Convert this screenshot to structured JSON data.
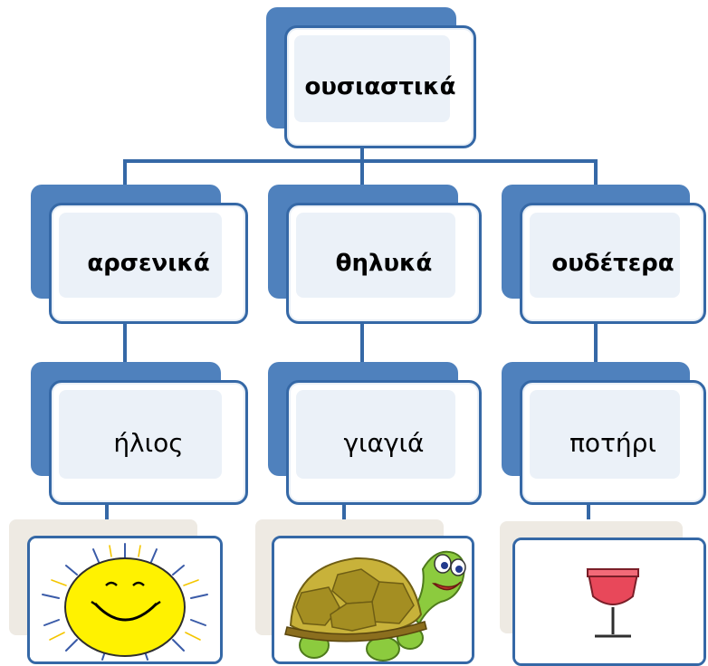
{
  "root": {
    "label": "ουσιαστικά"
  },
  "categories": [
    {
      "label": "αρσενικά",
      "example": "ήλιος",
      "image_icon": "sun-icon"
    },
    {
      "label": "θηλυκά",
      "example": "γιαγιά",
      "image_icon": "turtle-icon"
    },
    {
      "label": "ουδέτερα",
      "example": "ποτήρι",
      "image_icon": "wine-glass-icon"
    }
  ],
  "colors": {
    "box_border": "#3568A6",
    "box_shadow": "#4F81BD",
    "image_background": "#EEEAE3",
    "sun": "#FFF200",
    "glass": "#E8485A"
  }
}
